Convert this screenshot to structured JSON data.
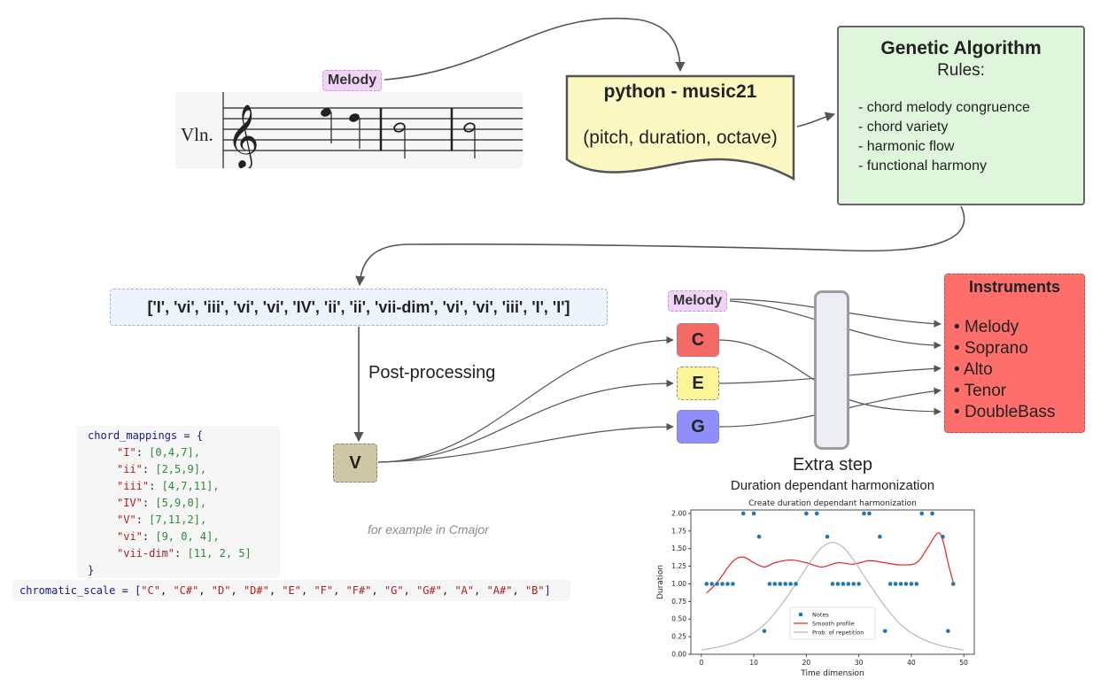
{
  "score": {
    "label": "Vln.",
    "tag": "Melody"
  },
  "music21": {
    "title": "python - music21",
    "subtitle": "(pitch, duration, octave)"
  },
  "ga": {
    "title": "Genetic Algorithm",
    "subtitle": "Rules:",
    "rules": [
      "chord melody congruence",
      "chord variety",
      "harmonic flow",
      "functional harmony"
    ]
  },
  "sequence": "['I', 'vi', 'iii', 'vi', 'vi', 'IV', 'ii', 'ii', 'vii-dim', 'vi', 'vi', 'iii', 'I', 'I']",
  "postprocessing": "Post-processing",
  "chord_box": "V",
  "notes": {
    "melody": "Melody",
    "c": "C",
    "e": "E",
    "g": "G"
  },
  "extra_step": "Extra step",
  "duration_title": "Duration dependant harmonization",
  "instruments": {
    "title": "Instruments",
    "items": [
      "Melody",
      "Soprano",
      "Alto",
      "Tenor",
      "DoubleBass"
    ]
  },
  "code": {
    "header": "chord_mappings = {",
    "rows": [
      {
        "k": "\"I\"",
        "v": "[0,4,7],"
      },
      {
        "k": "\"ii\"",
        "v": "[2,5,9],"
      },
      {
        "k": "\"iii\"",
        "v": "[4,7,11],"
      },
      {
        "k": "\"IV\"",
        "v": "[5,9,0],"
      },
      {
        "k": "\"V\"",
        "v": "[7,11,2],"
      },
      {
        "k": "\"vi\"",
        "v": "[9, 0, 4],"
      },
      {
        "k": "\"vii-dim\"",
        "v": "[11, 2, 5]"
      }
    ],
    "footer": "}",
    "chromatic_name": "chromatic_scale",
    "chromatic_notes": [
      "C",
      "C#",
      "D",
      "D#",
      "E",
      "F",
      "F#",
      "G",
      "G#",
      "A",
      "A#",
      "B"
    ]
  },
  "example_note": "for example in Cmajor",
  "colors": {
    "c_box": "#f46a66",
    "e_box": "#fbf59a",
    "g_box": "#8e8ffa",
    "instruments": "#fe6e6b",
    "ga": "#dff6dc",
    "music21": "#fbf8c2"
  },
  "chart_data": {
    "type": "scatter",
    "title": "Create duration dependant harmonization",
    "xlabel": "Time dimension",
    "ylabel": "Duration",
    "xlim": [
      -2,
      52
    ],
    "ylim": [
      0,
      2.05
    ],
    "xticks": [
      0,
      10,
      20,
      30,
      40,
      50
    ],
    "yticks": [
      0.0,
      0.25,
      0.5,
      0.75,
      1.0,
      1.25,
      1.5,
      1.75,
      2.0
    ],
    "legend": "bottom-center",
    "series": [
      {
        "name": "Notes",
        "kind": "points",
        "color": "#1f77b4",
        "x": [
          1,
          2,
          3,
          4,
          5,
          6,
          8,
          10,
          11,
          12,
          13,
          14,
          15,
          16,
          17,
          18,
          20,
          22,
          24,
          25,
          26,
          27,
          28,
          29,
          30,
          31,
          32,
          34,
          35,
          36,
          37,
          38,
          39,
          40,
          41,
          42,
          44,
          46,
          47,
          48
        ],
        "y": [
          1.0,
          1.0,
          1.0,
          1.0,
          1.0,
          1.0,
          2.0,
          2.0,
          1.67,
          0.33,
          1.0,
          1.0,
          1.0,
          1.0,
          1.0,
          1.0,
          2.0,
          2.0,
          1.67,
          1.0,
          1.0,
          1.0,
          1.0,
          1.0,
          1.0,
          2.0,
          2.0,
          1.67,
          0.33,
          1.0,
          1.0,
          1.0,
          1.0,
          1.0,
          1.0,
          2.0,
          2.0,
          1.67,
          0.33,
          1.0
        ]
      },
      {
        "name": "Smooth profile",
        "kind": "line",
        "color": "#e8231e",
        "x": [
          1,
          3,
          6,
          8,
          10,
          12,
          14,
          17,
          20,
          23,
          26,
          29,
          32,
          35,
          38,
          41,
          43,
          45,
          46,
          47,
          48
        ],
        "y": [
          0.87,
          1.02,
          1.32,
          1.38,
          1.3,
          1.24,
          1.3,
          1.34,
          1.3,
          1.24,
          1.3,
          1.28,
          1.33,
          1.3,
          1.27,
          1.3,
          1.5,
          1.72,
          1.62,
          1.3,
          1.02
        ]
      },
      {
        "name": "Prob. of repetition",
        "kind": "line",
        "color": "#b8b8b8",
        "x": [
          0,
          3,
          6,
          9,
          12,
          15,
          18,
          21,
          23,
          25,
          27,
          29,
          32,
          35,
          38,
          41,
          44,
          47,
          50
        ],
        "y": [
          0.06,
          0.1,
          0.16,
          0.26,
          0.42,
          0.68,
          1.0,
          1.34,
          1.52,
          1.59,
          1.52,
          1.34,
          1.0,
          0.68,
          0.42,
          0.26,
          0.16,
          0.1,
          0.06
        ]
      }
    ]
  }
}
